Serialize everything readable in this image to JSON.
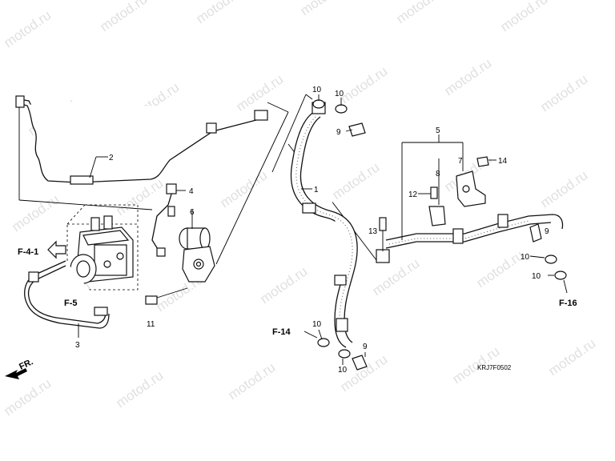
{
  "watermark": {
    "text": "motod.ru"
  },
  "diagram_code": "KRJ7F0502",
  "front_marker": {
    "label": "FR."
  },
  "reference_labels": {
    "f4_1": "F-4-1",
    "f5": "F-5",
    "f14": "F-14",
    "f16": "F-16"
  },
  "callouts": {
    "c1": "1",
    "c2": "2",
    "c3": "3",
    "c4": "4",
    "c5": "5",
    "c6": "6",
    "c7": "7",
    "c8": "8",
    "c9a": "9",
    "c9b": "9",
    "c9c": "9",
    "c10a": "10",
    "c10b": "10",
    "c10c": "10",
    "c10d": "10",
    "c10e": "10",
    "c10f": "10",
    "c11": "11",
    "c12": "12",
    "c13": "13",
    "c14": "14"
  }
}
